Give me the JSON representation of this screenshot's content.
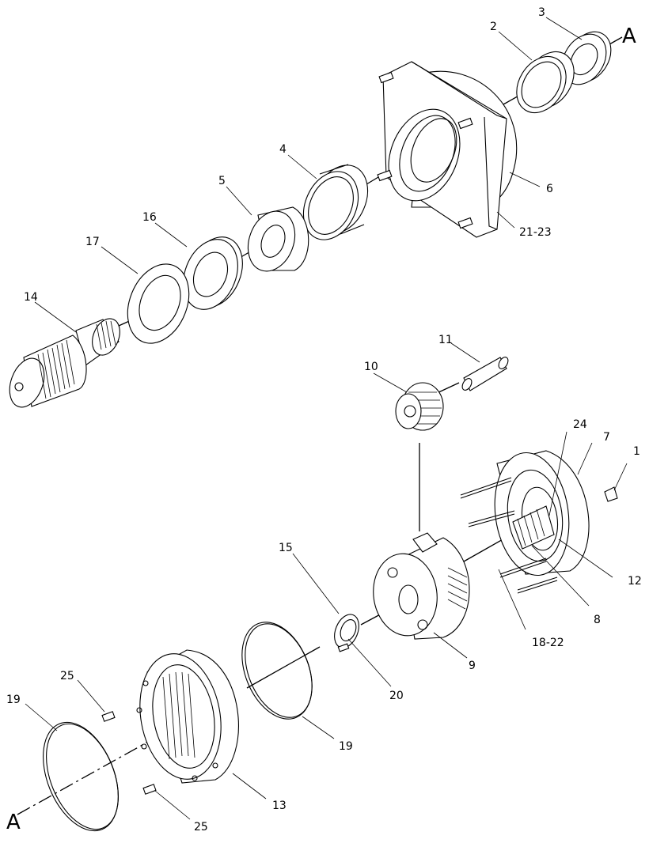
{
  "diagram": {
    "axis_marker": "A",
    "callouts": {
      "p1": "1",
      "p2": "2",
      "p3": "3",
      "p4": "4",
      "p5": "5",
      "p6": "6",
      "p7": "7",
      "p8": "8",
      "p9": "9",
      "p10": "10",
      "p11": "11",
      "p12": "12",
      "p13": "13",
      "p14": "14",
      "p15": "15",
      "p16": "16",
      "p17": "17",
      "p18_22": "18-22",
      "p19a": "19",
      "p19b": "19",
      "p20": "20",
      "p21_23": "21-23",
      "p24": "24",
      "p25a": "25",
      "p25b": "25"
    }
  }
}
